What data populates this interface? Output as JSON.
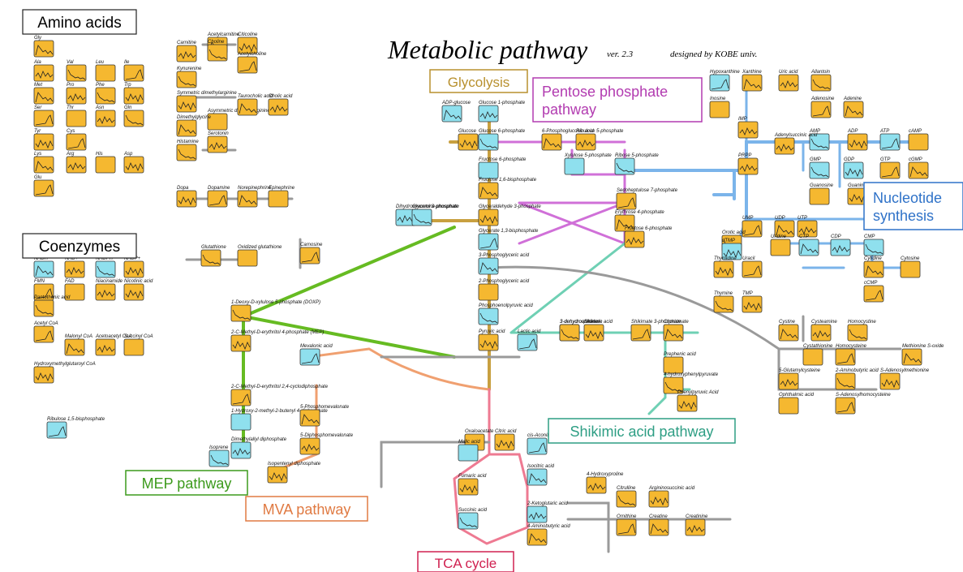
{
  "header": {
    "title": "Metabolic pathway",
    "version": "ver. 2.3",
    "designer": "designed by KOBE univ."
  },
  "colors": {
    "metabolite_fill": "#F5B830",
    "metabolite_empty_fill": "#F5B830",
    "hub_fill": "#8FE0EE",
    "glycolysis_line": "#C8A040",
    "pentose_line": "#D070D8",
    "nucleotide_line": "#7BB4EA",
    "tca_line": "#EE7A92",
    "shikimic_line": "#6FD0B4",
    "mep_line": "#66BB22",
    "mva_line": "#F0A070",
    "amino_line": "#9A9A9A"
  },
  "sections": [
    {
      "id": "amino",
      "label": "Amino acids",
      "color": "#000000"
    },
    {
      "id": "coenzymes",
      "label": "Coenzymes",
      "color": "#000000"
    },
    {
      "id": "glycolysis",
      "label": "Glycolysis",
      "color": "#B8902E"
    },
    {
      "id": "pentose",
      "label": "Pentose phosphate\npathway",
      "color": "#B23BB0"
    },
    {
      "id": "nucleotide",
      "label": "Nucleotide\nsynthesis",
      "color": "#2F72C8"
    },
    {
      "id": "shikimic",
      "label": "Shikimic acid pathway",
      "color": "#2E9E84"
    },
    {
      "id": "mep",
      "label": "MEP pathway",
      "color": "#3C9A1C"
    },
    {
      "id": "mva",
      "label": "MVA pathway",
      "color": "#E07A42"
    },
    {
      "id": "tca",
      "label": "TCA cycle",
      "color": "#D02050"
    }
  ],
  "nodes": [
    {
      "label": "Gly"
    },
    {
      "label": "Ala"
    },
    {
      "label": "Val"
    },
    {
      "label": "Leu"
    },
    {
      "label": "Ile"
    },
    {
      "label": "Met"
    },
    {
      "label": "Pro"
    },
    {
      "label": "Phe"
    },
    {
      "label": "Trp"
    },
    {
      "label": "Ser"
    },
    {
      "label": "Thr"
    },
    {
      "label": "Asn"
    },
    {
      "label": "Gln"
    },
    {
      "label": "Tyr"
    },
    {
      "label": "Cys"
    },
    {
      "label": "Lys"
    },
    {
      "label": "Arg"
    },
    {
      "label": "His"
    },
    {
      "label": "Asp"
    },
    {
      "label": "Glu"
    },
    {
      "label": "Acetylcarnitine"
    },
    {
      "label": "Carnitine"
    },
    {
      "label": "Kynurenine"
    },
    {
      "label": "Symmetric dimethylarginine"
    },
    {
      "label": "Asymmetric dimethylarginine"
    },
    {
      "label": "Dimethylglycine"
    },
    {
      "label": "Serotonin"
    },
    {
      "label": "Histamine"
    },
    {
      "label": "Dopa"
    },
    {
      "label": "Dopamine"
    },
    {
      "label": "Norepinephrine"
    },
    {
      "label": "Epinephrine"
    },
    {
      "label": "Choline"
    },
    {
      "label": "Citicoline"
    },
    {
      "label": "Acetylcholine"
    },
    {
      "label": "Taurocholic acid"
    },
    {
      "label": "Cholic acid"
    },
    {
      "label": "Glutathione"
    },
    {
      "label": "Oxidized glutathione"
    },
    {
      "label": "Carnosine"
    },
    {
      "label": "NADH"
    },
    {
      "label": "NAD+"
    },
    {
      "label": "NADPH"
    },
    {
      "label": "NADP+"
    },
    {
      "label": "FMN"
    },
    {
      "label": "FAD"
    },
    {
      "label": "Niacinamide"
    },
    {
      "label": "Pantothenic acid"
    },
    {
      "label": "Nicotinic acid"
    },
    {
      "label": "Acetyl CoA"
    },
    {
      "label": "Malonyl CoA"
    },
    {
      "label": "Acetoacetyl CoA"
    },
    {
      "label": "Succinyl CoA"
    },
    {
      "label": "Hydroxymethylglutaroyl CoA"
    },
    {
      "label": "Ribulose 1,5-bisphosphate"
    },
    {
      "label": "ADP-glucose"
    },
    {
      "label": "Glucose 1-phosphate"
    },
    {
      "label": "Glucose 6-phosphate"
    },
    {
      "label": "Glucose"
    },
    {
      "label": "Fructose 6-phosphate"
    },
    {
      "label": "Fructose 1,6-bisphosphate"
    },
    {
      "label": "Dihydroxyacetone phosphate"
    },
    {
      "label": "Glycerol 3-phosphate"
    },
    {
      "label": "Glyceraldehyde 3-phosphate"
    },
    {
      "label": "Glycerate 1,3-bisphosphate"
    },
    {
      "label": "3-Phosphoglyceric acid"
    },
    {
      "label": "2-Phosphoglyceric acid"
    },
    {
      "label": "Phosphoenolpyruvic acid"
    },
    {
      "label": "Pyruvic acid"
    },
    {
      "label": "Lactic acid"
    },
    {
      "label": "6-Phosphogluconic acid"
    },
    {
      "label": "Ribulose 5-phosphate"
    },
    {
      "label": "Ribose 5-phosphate"
    },
    {
      "label": "Xylulose 5-phosphate"
    },
    {
      "label": "Sedoheptulose 7-phosphate"
    },
    {
      "label": "Erythrose 4-phosphate"
    },
    {
      "label": "Fructose 6-phosphate"
    },
    {
      "label": "1-Deoxy-D-xylulose 5-phosphate (DOXP)"
    },
    {
      "label": "2-C-Methyl-D-erythritol 4-phosphate (MEP)"
    },
    {
      "label": "2-C-Methyl-D-erythritol 2,4-cyclodiphosphate"
    },
    {
      "label": "1-Hydroxy-2-methyl-2-butenyl 4-diphosphate"
    },
    {
      "label": "Dimethylallyl diphosphate"
    },
    {
      "label": "Isoprene"
    },
    {
      "label": "Isopentenyl diphosphate"
    },
    {
      "label": "Mevalonic acid"
    },
    {
      "label": "5-Phosphomevalonate"
    },
    {
      "label": "5-Diphosphomevalonate"
    },
    {
      "label": "Oxaloacetate"
    },
    {
      "label": "Citric acid"
    },
    {
      "label": "cis-Aconitic acid"
    },
    {
      "label": "Isocitric acid"
    },
    {
      "label": "2-Ketoglutaric acid"
    },
    {
      "label": "Succinic acid"
    },
    {
      "label": "Fumaric acid"
    },
    {
      "label": "Malic acid"
    },
    {
      "label": "4-Aminobutyric acid"
    },
    {
      "label": "3-dehydroquinate"
    },
    {
      "label": "3-dehydroshikimate"
    },
    {
      "label": "Shikimic acid"
    },
    {
      "label": "Shikimate 3-phosphate"
    },
    {
      "label": "Chorismate"
    },
    {
      "label": "Prephenic acid"
    },
    {
      "label": "4-hydroxyphenylpyruvate"
    },
    {
      "label": "Phenylpyruvic Acid"
    },
    {
      "label": "Hypoxanthine"
    },
    {
      "label": "Xanthine"
    },
    {
      "label": "Uric acid"
    },
    {
      "label": "Allantoin"
    },
    {
      "label": "Inosine"
    },
    {
      "label": "Adenosine"
    },
    {
      "label": "Adenine"
    },
    {
      "label": "IMP"
    },
    {
      "label": "AMP"
    },
    {
      "label": "ADP"
    },
    {
      "label": "ATP"
    },
    {
      "label": "cAMP"
    },
    {
      "label": "Adenylsuccinic acid"
    },
    {
      "label": "GMP"
    },
    {
      "label": "GDP"
    },
    {
      "label": "GTP"
    },
    {
      "label": "cGMP"
    },
    {
      "label": "PRPP"
    },
    {
      "label": "Guanosine"
    },
    {
      "label": "Guanine"
    },
    {
      "label": "UMP"
    },
    {
      "label": "UDP"
    },
    {
      "label": "UTP"
    },
    {
      "label": "Orotic acid"
    },
    {
      "label": "dTMP"
    },
    {
      "label": "Uridine"
    },
    {
      "label": "CTP"
    },
    {
      "label": "CDP"
    },
    {
      "label": "CMP"
    },
    {
      "label": "Thymidine"
    },
    {
      "label": "Uracil"
    },
    {
      "label": "Cytidine"
    },
    {
      "label": "Cytosine"
    },
    {
      "label": "Thymine"
    },
    {
      "label": "TMP"
    },
    {
      "label": "cCMP"
    },
    {
      "label": "Cystine"
    },
    {
      "label": "Cysteamine"
    },
    {
      "label": "Homocystine"
    },
    {
      "label": "Cystathionine"
    },
    {
      "label": "Homocysteine"
    },
    {
      "label": "Methionine S-oxide"
    },
    {
      "label": "5-Glutamylcysteine"
    },
    {
      "label": "2-Aminobutyric acid"
    },
    {
      "label": "S-Adenosylmethionine"
    },
    {
      "label": "S-Adenosylhomocysteine"
    },
    {
      "label": "Ophthalmic acid"
    },
    {
      "label": "4-Hydroxyproline"
    },
    {
      "label": "Citrulline"
    },
    {
      "label": "Argininosuccinic acid"
    },
    {
      "label": "Ornithine"
    },
    {
      "label": "Creatine"
    },
    {
      "label": "Creatinine"
    }
  ]
}
